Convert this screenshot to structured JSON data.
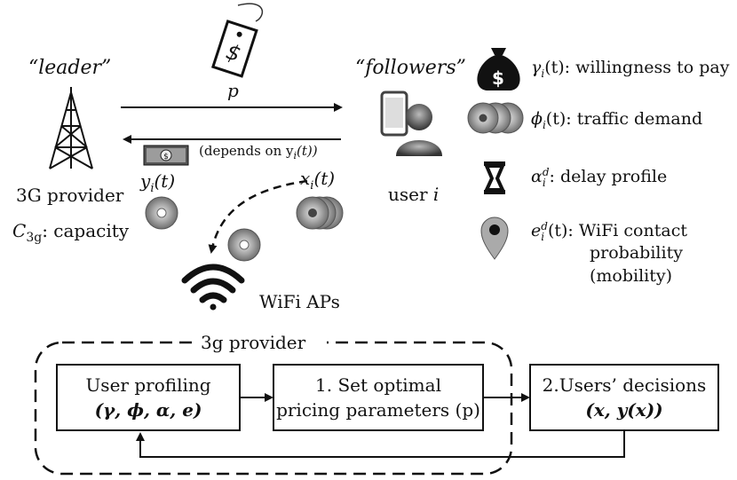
{
  "leader_label": "“leader”",
  "followers_label": "“followers”",
  "price_label": "p",
  "depends_label": "(depends on y",
  "depends_sub": "i",
  "depends_tail": "(t))",
  "yi_label": "y",
  "yi_sub": "i",
  "yi_tail": "(t)",
  "xi_label": "x",
  "xi_sub": "i",
  "xi_tail": "(t)",
  "provider_name": "3G provider",
  "capacity_c": "C",
  "capacity_sub": "3g",
  "capacity_rest": ": capacity",
  "user_label_pre": "user ",
  "user_label_i": "i",
  "wifi_label": "WiFi APs",
  "legend": {
    "gamma": {
      "sym": "γ",
      "sub": "i",
      "rest": "(t): willingness to pay"
    },
    "phi": {
      "sym": "ϕ",
      "sub": "i",
      "rest": "(t): traffic demand"
    },
    "alpha": {
      "sym": "α",
      "sup": "d",
      "sub": "i",
      "rest": ": delay profile"
    },
    "e": {
      "sym": "e",
      "sup": "d",
      "sub": "i",
      "rest": "(t): WiFi contact",
      "line2": "probability",
      "line3": "(mobility)"
    }
  },
  "group_label": "3g provider",
  "boxes": {
    "profiling_title": "User profiling",
    "profiling_vars": "(γ, ϕ, α, e)",
    "pricing_line1": "1. Set optimal",
    "pricing_line2": "pricing parameters (p)",
    "decisions_title": "2.Users’ decisions",
    "decisions_vars": "(x, y(x))"
  },
  "icons": [
    "price-tag-icon",
    "cell-tower-icon",
    "smartphone-user-icon",
    "money-bill-icon",
    "disc-icon",
    "wifi-icon",
    "money-bag-icon",
    "disc-stack-icon",
    "hourglass-icon",
    "map-pin-icon"
  ],
  "colors": {
    "ink": "#111111",
    "disc": "#9a9a9a",
    "disc_dark": "#6e6e6e"
  }
}
